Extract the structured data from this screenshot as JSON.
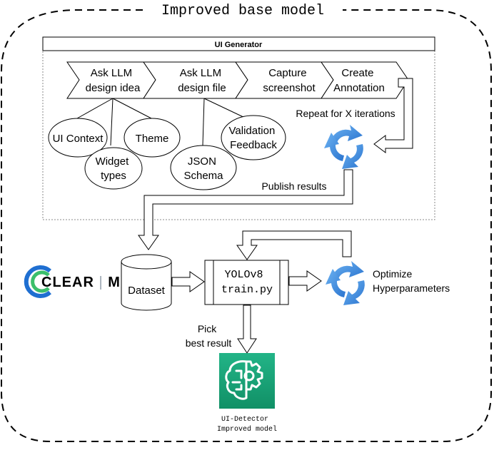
{
  "title": "Improved base model",
  "generator": {
    "label": "UI Generator",
    "steps": [
      [
        "Ask LLM",
        "design idea"
      ],
      [
        "Ask LLM",
        "design file"
      ],
      [
        "Capture",
        "screenshot"
      ],
      [
        "Create",
        "Annotation"
      ]
    ],
    "idea_inputs": {
      "ui_context": "UI Context",
      "widget_types": [
        "Widget",
        "types"
      ],
      "theme": "Theme"
    },
    "file_inputs": {
      "json_schema": [
        "JSON",
        "Schema"
      ],
      "validation_feedback": [
        "Validation",
        "Feedback"
      ]
    },
    "repeat_label": "Repeat for X iterations",
    "publish_label": "Publish results"
  },
  "training": {
    "logo_text_left": "CLEAR",
    "logo_text_right": "ML",
    "dataset_label": "Dataset",
    "process_lines": [
      "YOLOv8",
      "train.py"
    ],
    "optimize_lines": [
      "Optimize",
      "Hyperparameters"
    ],
    "pick_lines": [
      "Pick",
      "best result"
    ],
    "output_lines": [
      "UI-Detector",
      "Improved model"
    ]
  },
  "colors": {
    "cycle_blue": "#2f80d6",
    "cycle_blue_light": "#5aa5ee",
    "detector_green": "#1aa37a",
    "clearml_blue": "#1f6fd1",
    "clearml_green": "#3bbf6b",
    "clearml_text": "#1b3a5c"
  }
}
